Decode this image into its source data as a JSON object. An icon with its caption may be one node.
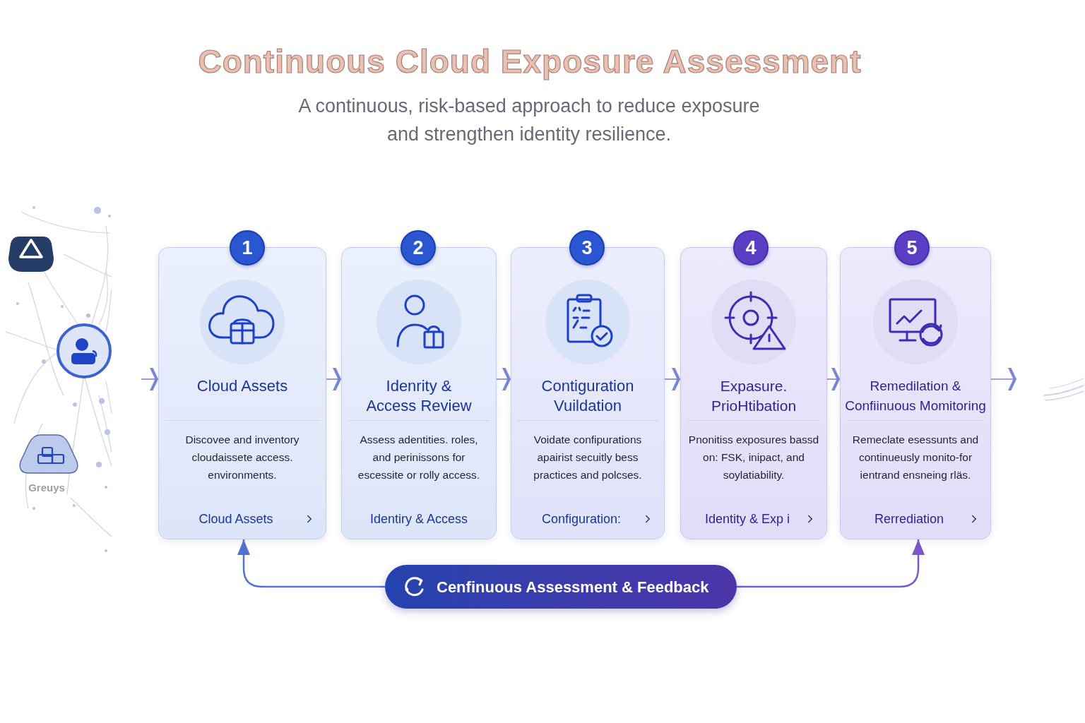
{
  "diagram": {
    "title": "Continuous Cloud Exposure Assessment",
    "nodes": [
      {
        "text": [
          "1"
        ]
      },
      {
        "text": [
          "Cloud Assets",
          "Discovee and inventory cloudaissete access. environments.",
          "Cloud Assets"
        ]
      },
      {
        "text": [
          "2"
        ]
      },
      {
        "text": [
          "Idenrity & Access Review",
          "Assess adentities. roles, and perinissons for escessite or rolly access.",
          "Identiry & Access"
        ]
      },
      {
        "text": [
          "3"
        ]
      },
      {
        "text": [
          "Contiguration Vuildation",
          "Voidate confipurations apairist secuitly bess practices and polcses.",
          "Configuration:"
        ]
      },
      {
        "text": [
          "4"
        ]
      },
      {
        "text": [
          "Expasure. PrioHtibation",
          "Pnonitiss exposures bassd on: FSK, inipact, and soylatiability.",
          "Identity & Exp i"
        ]
      },
      {
        "text": [
          "5"
        ]
      },
      {
        "text": [
          "Remedilation & Confiinuous Momitoring",
          "Remeclate esessunts and continueusly monito-for ientrand ensneing rläs.",
          "Rerrediation"
        ]
      },
      {
        "text": [
          "Cenfinuous Assessment & Feedback"
        ]
      }
    ],
    "edges": [
      {
        "from": null,
        "to": 1,
        "arrow": "to"
      },
      {
        "from": 1,
        "to": 3,
        "arrow": "to"
      },
      {
        "from": 3,
        "to": 5,
        "arrow": "to"
      },
      {
        "from": 5,
        "to": 7,
        "arrow": "to"
      },
      {
        "from": 7,
        "to": 9,
        "arrow": "to"
      },
      {
        "from": 9,
        "to": null,
        "arrow": "to"
      },
      {
        "from": 10,
        "to": 1,
        "arrow": "to",
        "color": "#4f74d4"
      },
      {
        "from": 10,
        "to": 9,
        "arrow": "to",
        "color": "#7a57cc"
      }
    ],
    "labels": [
      "A continuous, risk-based approach to reduce exposure and strengthen identity resilience.",
      "Greuys"
    ]
  }
}
